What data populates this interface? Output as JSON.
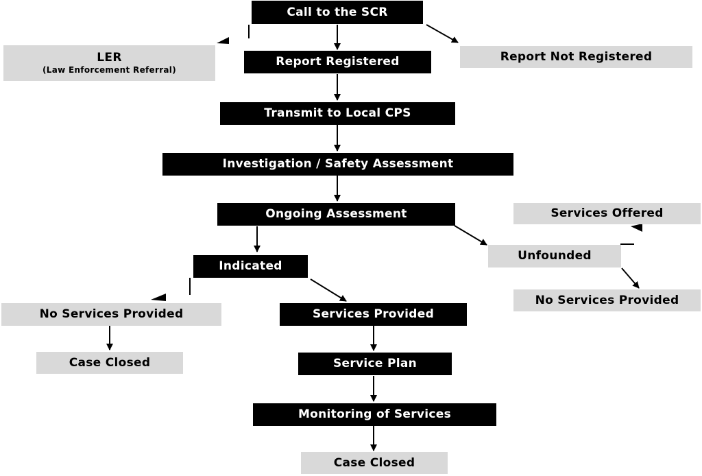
{
  "nodes": {
    "call_scr": "Call to the SCR",
    "ler": "LER",
    "ler_sub": "(Law Enforcement Referral)",
    "report_registered": "Report Registered",
    "report_not_registered": "Report Not Registered",
    "transmit_cps": "Transmit to Local CPS",
    "investigation": "Investigation / Safety Assessment",
    "ongoing": "Ongoing Assessment",
    "services_offered": "Services Offered",
    "unfounded": "Unfounded",
    "no_services_right": "No Services Provided",
    "indicated": "Indicated",
    "no_services_left": "No Services Provided",
    "case_closed_left": "Case Closed",
    "services_provided": "Services Provided",
    "service_plan": "Service Plan",
    "monitoring": "Monitoring of Services",
    "case_closed_bottom": "Case Closed"
  },
  "colors": {
    "dark_box": "#000000",
    "dark_text": "#ffffff",
    "light_box": "#d9d9d9",
    "light_text": "#000000",
    "connector": "#000000"
  }
}
